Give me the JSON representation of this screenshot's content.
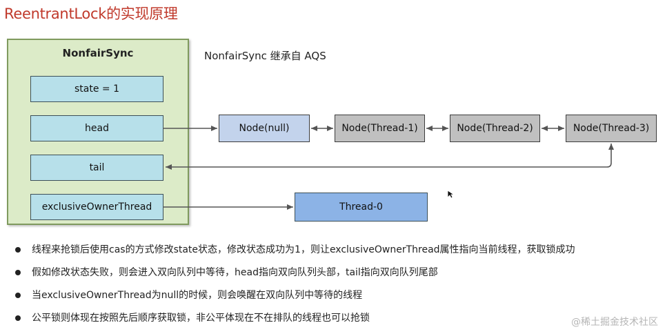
{
  "title": "ReentrantLock的实现原理",
  "class_box": {
    "name": "NonfairSync",
    "fields": [
      "state = 1",
      "head",
      "tail",
      "exclusiveOwnerThread"
    ]
  },
  "inherit_note": "NonfairSync 继承自 AQS",
  "nodes": [
    "Node(null)",
    "Node(Thread-1)",
    "Node(Thread-2)",
    "Node(Thread-3)"
  ],
  "owner_thread": "Thread-0",
  "bullets": [
    "线程来抢锁后使用cas的方式修改state状态，修改状态成功为1，则让exclusiveOwnerThread属性指向当前线程，获取锁成功",
    "假如修改状态失败，则会进入双向队列中等待，head指向双向队列头部，tail指向双向队列尾部",
    "当exclusiveOwnerThread为null的时候，则会唤醒在双向队列中等待的线程",
    "公平锁则体现在按照先后顺序获取锁，非公平体现在不在排队的线程也可以抢锁"
  ],
  "watermark": "@稀土掘金技术社区",
  "colors": {
    "title": "#c0392b",
    "class_fill": "#dcebc8",
    "field_fill": "#b7e0ea",
    "head_node_fill": "#c3d3ec",
    "queued_node_fill": "#c0c0c0",
    "owner_fill": "#8cb3e6"
  }
}
